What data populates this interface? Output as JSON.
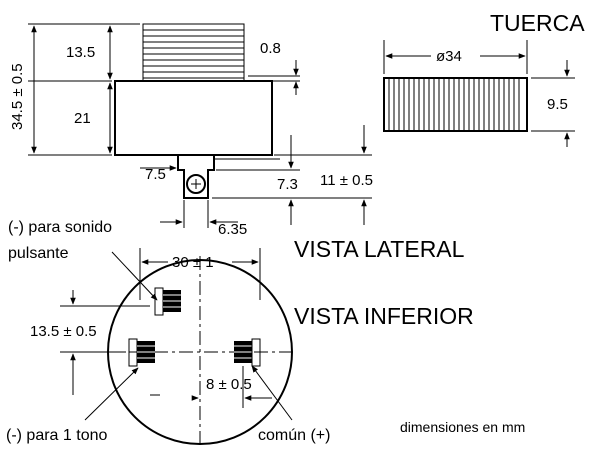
{
  "titles": {
    "nut": "TUERCA",
    "side_view": "VISTA LATERAL",
    "bottom_view": "VISTA INFERIOR",
    "units_note": "dimensiones en mm"
  },
  "side_view_dims": {
    "total_height": "34.5 ± 0.5",
    "thread_height": "13.5",
    "body_height": "21",
    "thread_step": "0.8",
    "terminal_offset": "7.5",
    "terminal_height": "7.3",
    "terminal_total": "11 ± 0.5",
    "terminal_width": "6.35"
  },
  "nut_dims": {
    "diameter": "ø34",
    "height": "9.5"
  },
  "bottom_view_dims": {
    "diameter": "30 ± 1",
    "pin_spacing_vertical": "13.5 ± 0.5",
    "pin_spacing_horizontal": "8 ± 0.5"
  },
  "labels": {
    "pulse_line1": "(-) para sonido",
    "pulse_line2": "pulsante",
    "tone": "(-) para 1 tono",
    "common": "común (+)"
  }
}
